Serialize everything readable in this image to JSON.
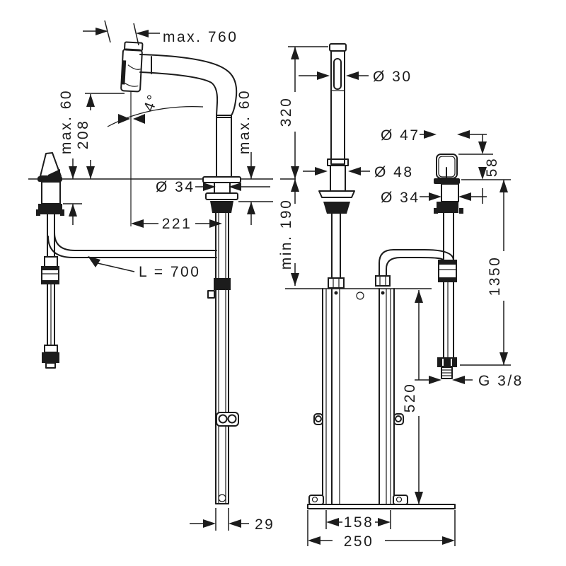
{
  "drawing": {
    "type": "technical-dimension-diagram",
    "subject": "two-hole kitchen mixer with pull-out spout, separate handle valve and under-counter mounting box",
    "views": [
      "side-view-left",
      "front-view-spout-center",
      "front-view-handle-right"
    ],
    "line_color": "#1c1c1c",
    "background_color": "#ffffff"
  },
  "labels": {
    "max760": "max. 760",
    "max60_left": "max. 60",
    "h208": "208",
    "angle4": "4°",
    "max60_right": "max. 60",
    "dia34_spout": "Ø 34",
    "reach221": "221",
    "hose_l700": "L = 700",
    "h320": "320",
    "dia30": "Ø 30",
    "dia48": "Ø 48",
    "min190": "min. 190",
    "dia47": "Ø 47",
    "h58": "58",
    "dia34_handle": "Ø 34",
    "hose1350": "1350",
    "thread_g38": "G 3/8",
    "h520": "520",
    "w29": "29",
    "w158": "158",
    "w250": "250"
  }
}
